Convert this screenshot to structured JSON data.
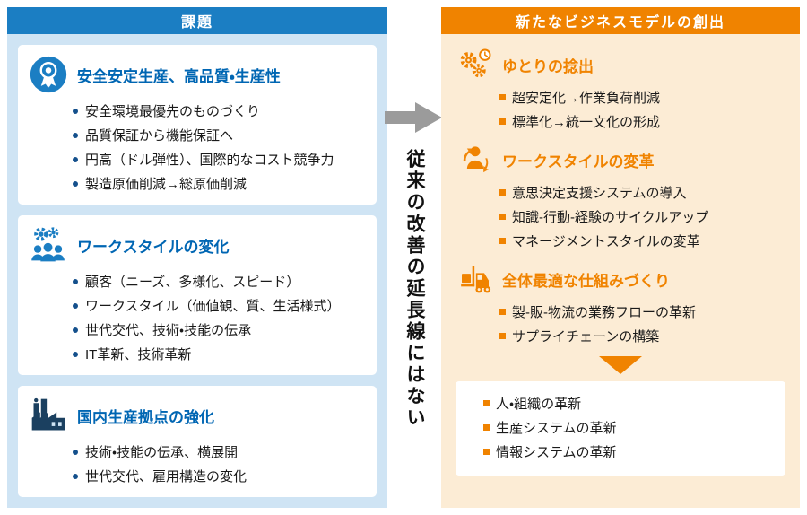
{
  "palette": {
    "blue_header": "#1b7ec3",
    "blue_panel_bg": "#cfe4f4",
    "blue_title": "#0066b3",
    "bullet_blue": "#14508c",
    "orange_header": "#f08300",
    "orange_panel_bg": "#fcecd5",
    "arrow_gray": "#9b9b9b",
    "factory_navy": "#1b4060"
  },
  "left": {
    "header": "課題",
    "cards": [
      {
        "icon": "medal-icon",
        "title": "安全安定生産、高品質・生産性",
        "bullets": [
          "安全環境最優先のものづくり",
          "品質保証から機能保証へ",
          "円高（ドル弾性）、国際的なコスト競争力",
          "製造原価削減→総原価削減"
        ]
      },
      {
        "icon": "team-gears-icon",
        "title": "ワークスタイルの変化",
        "bullets": [
          "顧客（ニーズ、多様化、スピード）",
          "ワークスタイル（価値観、質、生活様式）",
          "世代交代、技術・技能の伝承",
          "IT革新、技術革新"
        ]
      },
      {
        "icon": "factory-icon",
        "title": "国内生産拠点の強化",
        "bullets": [
          "技術・技能の伝承、横展開",
          "世代交代、雇用構造の変化"
        ]
      }
    ]
  },
  "middle": {
    "vertical_text": "従来の改善の延長線にはない"
  },
  "right": {
    "header": "新たなビジネスモデルの創出",
    "sections": [
      {
        "icon": "gears-clock-icon",
        "title": "ゆとりの捻出",
        "bullets": [
          "超安定化→作業負荷削減",
          "標準化→統一文化の形成"
        ]
      },
      {
        "icon": "person-change-icon",
        "title": "ワークスタイルの変革",
        "bullets": [
          "意思決定支援システムの導入",
          "知識-行動-経験のサイクルアップ",
          "マネージメントスタイルの変革"
        ]
      },
      {
        "icon": "forklift-icon",
        "title": "全体最適な仕組みづくり",
        "bullets": [
          "製-販-物流の業務フローの革新",
          "サプライチェーンの構築"
        ]
      }
    ],
    "result_box": {
      "bullets": [
        "人・組織の革新",
        "生産システムの革新",
        "情報システムの革新"
      ]
    }
  }
}
